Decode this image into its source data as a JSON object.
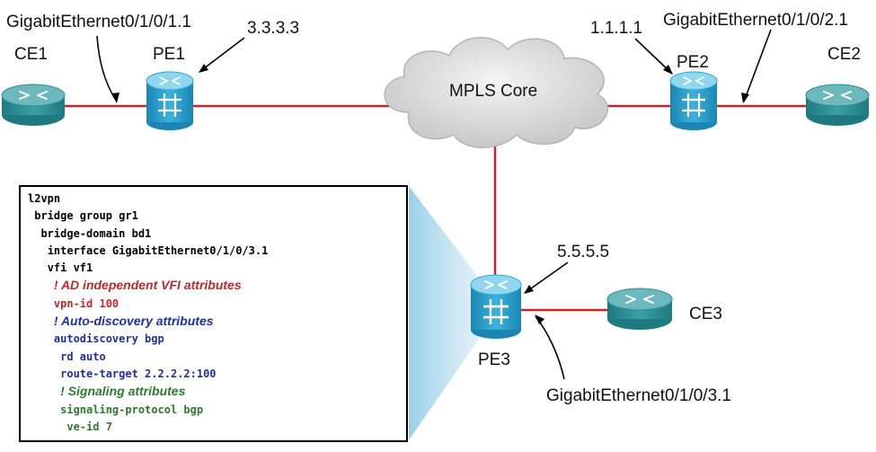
{
  "devices": {
    "ce1": "CE1",
    "pe1": "PE1",
    "pe2": "PE2",
    "ce2": "CE2",
    "pe3": "PE3",
    "ce3": "CE3",
    "core": "MPLS Core"
  },
  "callouts": {
    "pe1_interface": "GigabitEthernet0/1/0/1.1",
    "pe1_address": "3.3.3.3",
    "pe2_address": "1.1.1.1",
    "pe2_interface": "GigabitEthernet0/1/0/2.1",
    "pe3_address": "5.5.5.5",
    "pe3_interface": "GigabitEthernet0/1/0/3.1"
  },
  "config": {
    "lines": [
      {
        "indent": "",
        "text": "l2vpn",
        "style": "cmd",
        "color": "#000000"
      },
      {
        "indent": " ",
        "text": "bridge group gr1",
        "style": "cmd",
        "color": "#000000"
      },
      {
        "indent": "  ",
        "text": "bridge-domain bd1",
        "style": "cmd",
        "color": "#000000"
      },
      {
        "indent": "   ",
        "text": "interface GigabitEthernet0/1/0/3.1",
        "style": "cmd",
        "color": "#000000"
      },
      {
        "indent": "   ",
        "text": "vfi vf1",
        "style": "cmd",
        "color": "#000000"
      },
      {
        "indent": "    ",
        "text": "! AD independent VFI attributes",
        "style": "comment",
        "color": "#c0282d"
      },
      {
        "indent": "    ",
        "text": "vpn-id 100",
        "style": "cmd",
        "color": "#c0282d"
      },
      {
        "indent": "    ",
        "text": "! Auto-discovery attributes",
        "style": "comment",
        "color": "#1f2fa3"
      },
      {
        "indent": "    ",
        "text": "autodiscovery bgp",
        "style": "cmd",
        "color": "#1f2fa3"
      },
      {
        "indent": "     ",
        "text": "rd auto",
        "style": "cmd",
        "color": "#1f2fa3"
      },
      {
        "indent": "     ",
        "text": "route-target 2.2.2.2:100",
        "style": "cmd",
        "color": "#1f2fa3"
      },
      {
        "indent": "     ",
        "text": "! Signaling attributes",
        "style": "comment",
        "color": "#2d7a2d"
      },
      {
        "indent": "     ",
        "text": "signaling-protocol bgp",
        "style": "cmd",
        "color": "#2d7a2d"
      },
      {
        "indent": "      ",
        "text": "ve-id 7",
        "style": "cmd",
        "color": "#2d7a2d"
      }
    ]
  },
  "colors": {
    "link": "#c0282d",
    "router_top": "#7fd0ea",
    "router_body": "#2fa5d0",
    "ce_top": "#6fb3b8",
    "ce_body": "#2e8f95",
    "cloud": "#d9d9d9"
  },
  "icons": {
    "pe": "pe-router-icon",
    "ce": "ce-router-icon",
    "cloud": "cloud-icon"
  }
}
